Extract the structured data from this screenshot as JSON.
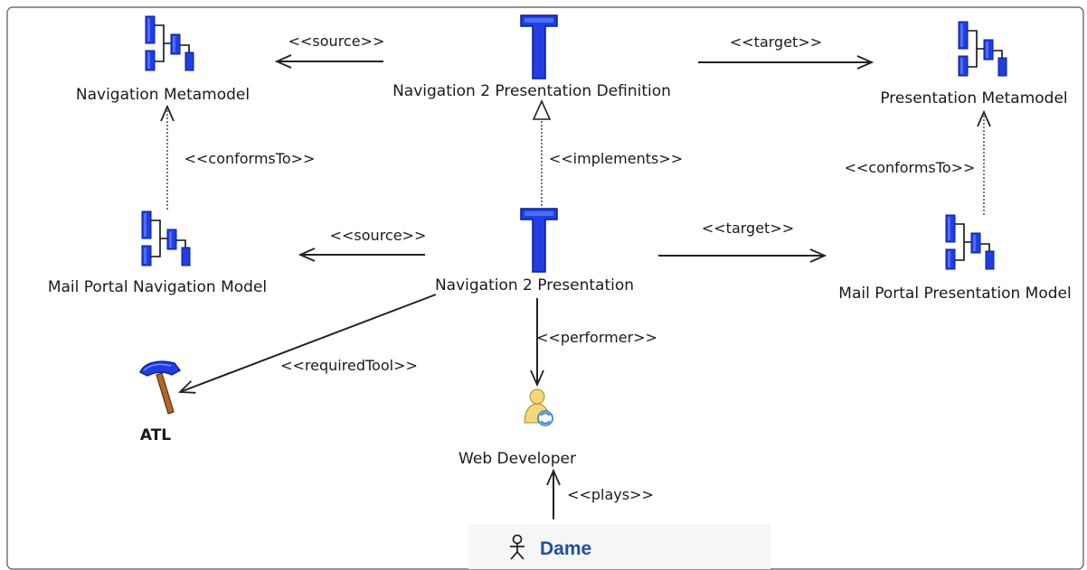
{
  "nodes": {
    "navigation_metamodel": "Navigation Metamodel",
    "n2p_definition": "Navigation 2 Presentation Definition",
    "presentation_metamodel": "Presentation Metamodel",
    "mail_portal_navigation_model": "Mail Portal Navigation Model",
    "n2p": "Navigation 2 Presentation",
    "mail_portal_presentation_model": "Mail Portal  Presentation Model",
    "atl": "ATL",
    "web_developer": "Web Developer",
    "dame": "Dame"
  },
  "edges": {
    "def_source": "<<source>>",
    "def_target": "<<target>>",
    "conforms_left": "<<conformsTo>>",
    "implements": "<<implements>>",
    "conforms_right": "<<conformsTo>>",
    "n2p_source": "<<source>>",
    "n2p_target": "<<target>>",
    "performer": "<<performer>>",
    "required_tool": "<<requiredTool>>",
    "plays": "<<plays>>"
  },
  "colors": {
    "icon_blue": "#1f3fe0",
    "icon_blue_dark": "#0a1a9a",
    "dame_text": "#1f4fa0",
    "line": "#333333"
  }
}
